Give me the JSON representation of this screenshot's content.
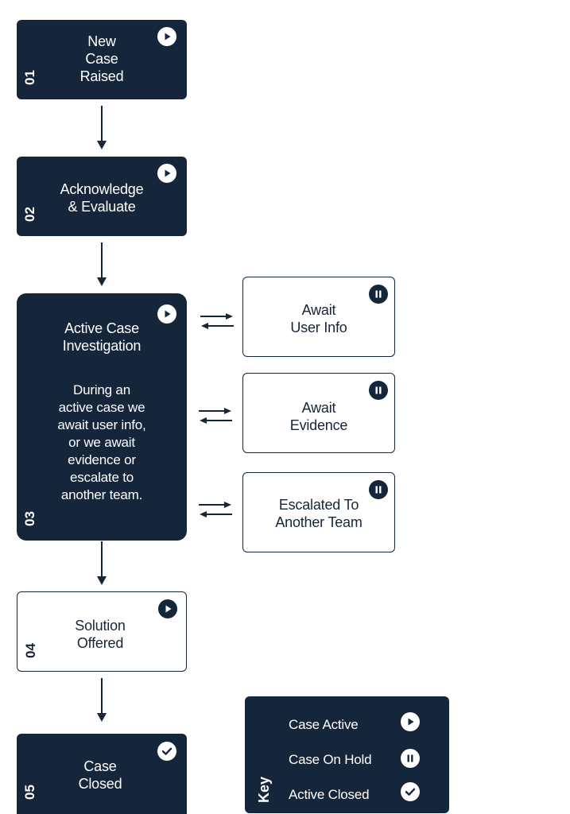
{
  "steps": [
    {
      "number": "01",
      "label": "New\nCase\nRaised",
      "status": "play-icon",
      "style": "dark"
    },
    {
      "number": "02",
      "label": "Acknowledge\n& Evaluate",
      "status": "play-icon",
      "style": "dark"
    },
    {
      "number": "03",
      "label": "Active Case\nInvestigation",
      "description": "During an\nactive case we\nawait user info,\nor we await\nevidence or\nescalate to\nanother team.",
      "status": "play-icon",
      "style": "dark"
    },
    {
      "number": "04",
      "label": "Solution\nOffered",
      "status": "play-icon",
      "style": "light"
    },
    {
      "number": "05",
      "label": "Case\nClosed",
      "status": "check-icon",
      "style": "dark"
    }
  ],
  "substates": [
    {
      "label": "Await\nUser Info",
      "status": "pause-icon"
    },
    {
      "label": "Await\nEvidence",
      "status": "pause-icon"
    },
    {
      "label": "Escalated To\nAnother Team",
      "status": "pause-icon"
    }
  ],
  "key": {
    "title": "Key",
    "items": [
      {
        "label": "Case Active",
        "icon": "play-icon"
      },
      {
        "label": "Case On Hold",
        "icon": "pause-icon"
      },
      {
        "label": "Active Closed",
        "icon": "check-icon"
      }
    ]
  },
  "colors": {
    "navy": "#15263a",
    "white": "#ffffff"
  }
}
